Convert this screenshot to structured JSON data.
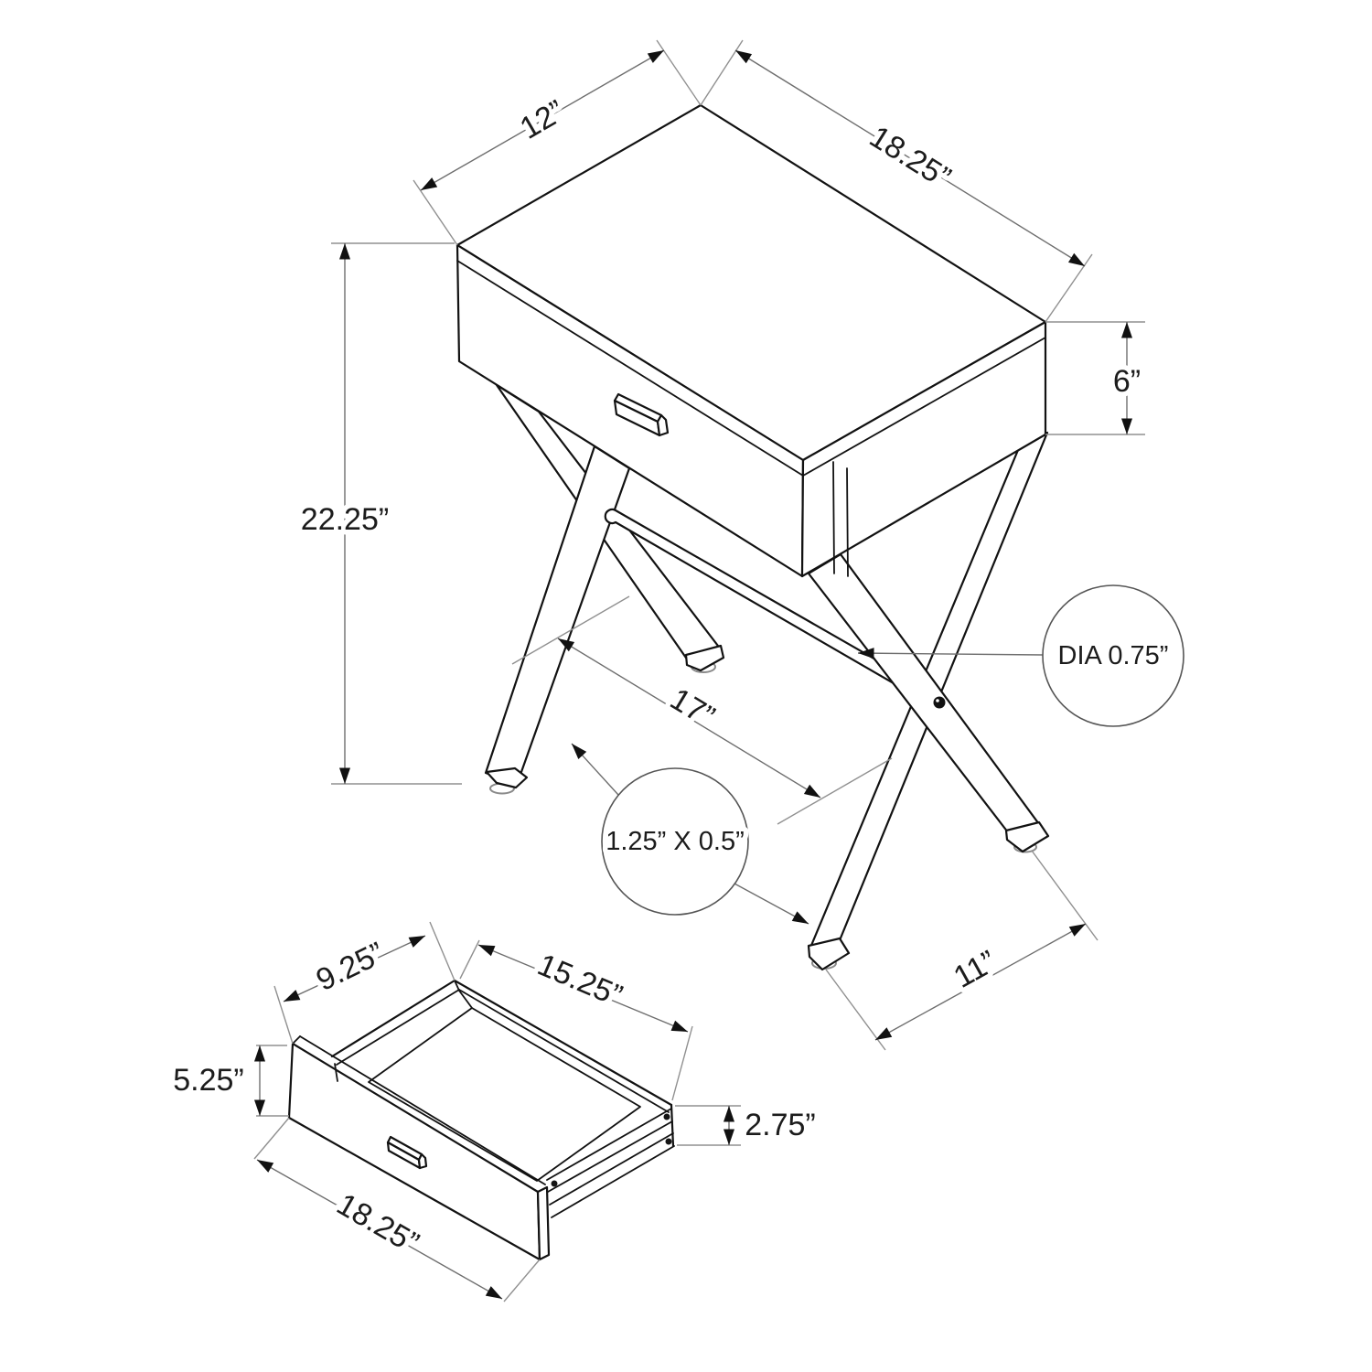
{
  "figure": {
    "type": "furniture-dimension-diagram",
    "subject": "accent table with X-frame legs and pull-out drawer",
    "views": {
      "assembled": {
        "labels": {
          "top_depth": "12”",
          "top_width": "18.25”",
          "apron_height": "6”",
          "overall_height": "22.25”",
          "front_leg_span": "17”",
          "side_leg_span": "11”"
        },
        "callouts": {
          "stretcher_diameter": "DIA 0.75”",
          "leg_section": "1.25” X 0.5”"
        }
      },
      "drawer": {
        "labels": {
          "interior_depth": "9.25”",
          "interior_width": "15.25”",
          "front_height": "5.25”",
          "box_height": "2.75”",
          "front_width": "18.25”"
        }
      }
    }
  },
  "colors": {
    "background": "#ffffff",
    "outline": "#121212",
    "dimension_line": "#6e6e6e",
    "extension_line": "#909090",
    "arrow": "#111111",
    "text": "#1c1c1c"
  }
}
